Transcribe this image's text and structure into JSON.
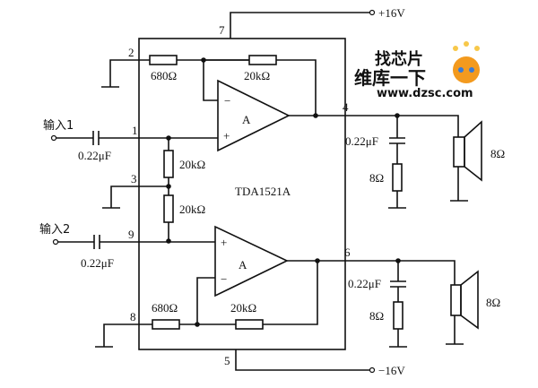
{
  "chip": {
    "name": "TDA1521A"
  },
  "supply": {
    "positive": "+16V",
    "negative": "−16V"
  },
  "pins": {
    "p1": "1",
    "p2": "2",
    "p3": "3",
    "p4": "4",
    "p5": "5",
    "p6": "6",
    "p7": "7",
    "p8": "8",
    "p9": "9"
  },
  "inputs": [
    {
      "label": "输入1",
      "cap": "0.22μF"
    },
    {
      "label": "输入2",
      "cap": "0.22μF"
    }
  ],
  "amp": {
    "label": "A",
    "plus": "+",
    "minus": "−"
  },
  "resistors": {
    "r_in_top": "680Ω",
    "r_fb_top": "20kΩ",
    "r_bias_1": "20kΩ",
    "r_bias_2": "20kΩ",
    "r_in_bot": "680Ω",
    "r_fb_bot": "20kΩ"
  },
  "outputs": [
    {
      "zobel_cap": "0.22μF",
      "zobel_res": "8Ω",
      "speaker": "8Ω"
    },
    {
      "zobel_cap": "0.22μF",
      "zobel_res": "8Ω",
      "speaker": "8Ω"
    }
  ],
  "watermark": {
    "line1": "找芯片",
    "line2": "维库一下",
    "url": "www.dzsc.com"
  },
  "colors": {
    "line": "#111111",
    "wm_gray": "#b8a89a",
    "wm_red": "#e8481c",
    "wm_orange": "#f39a1e"
  }
}
